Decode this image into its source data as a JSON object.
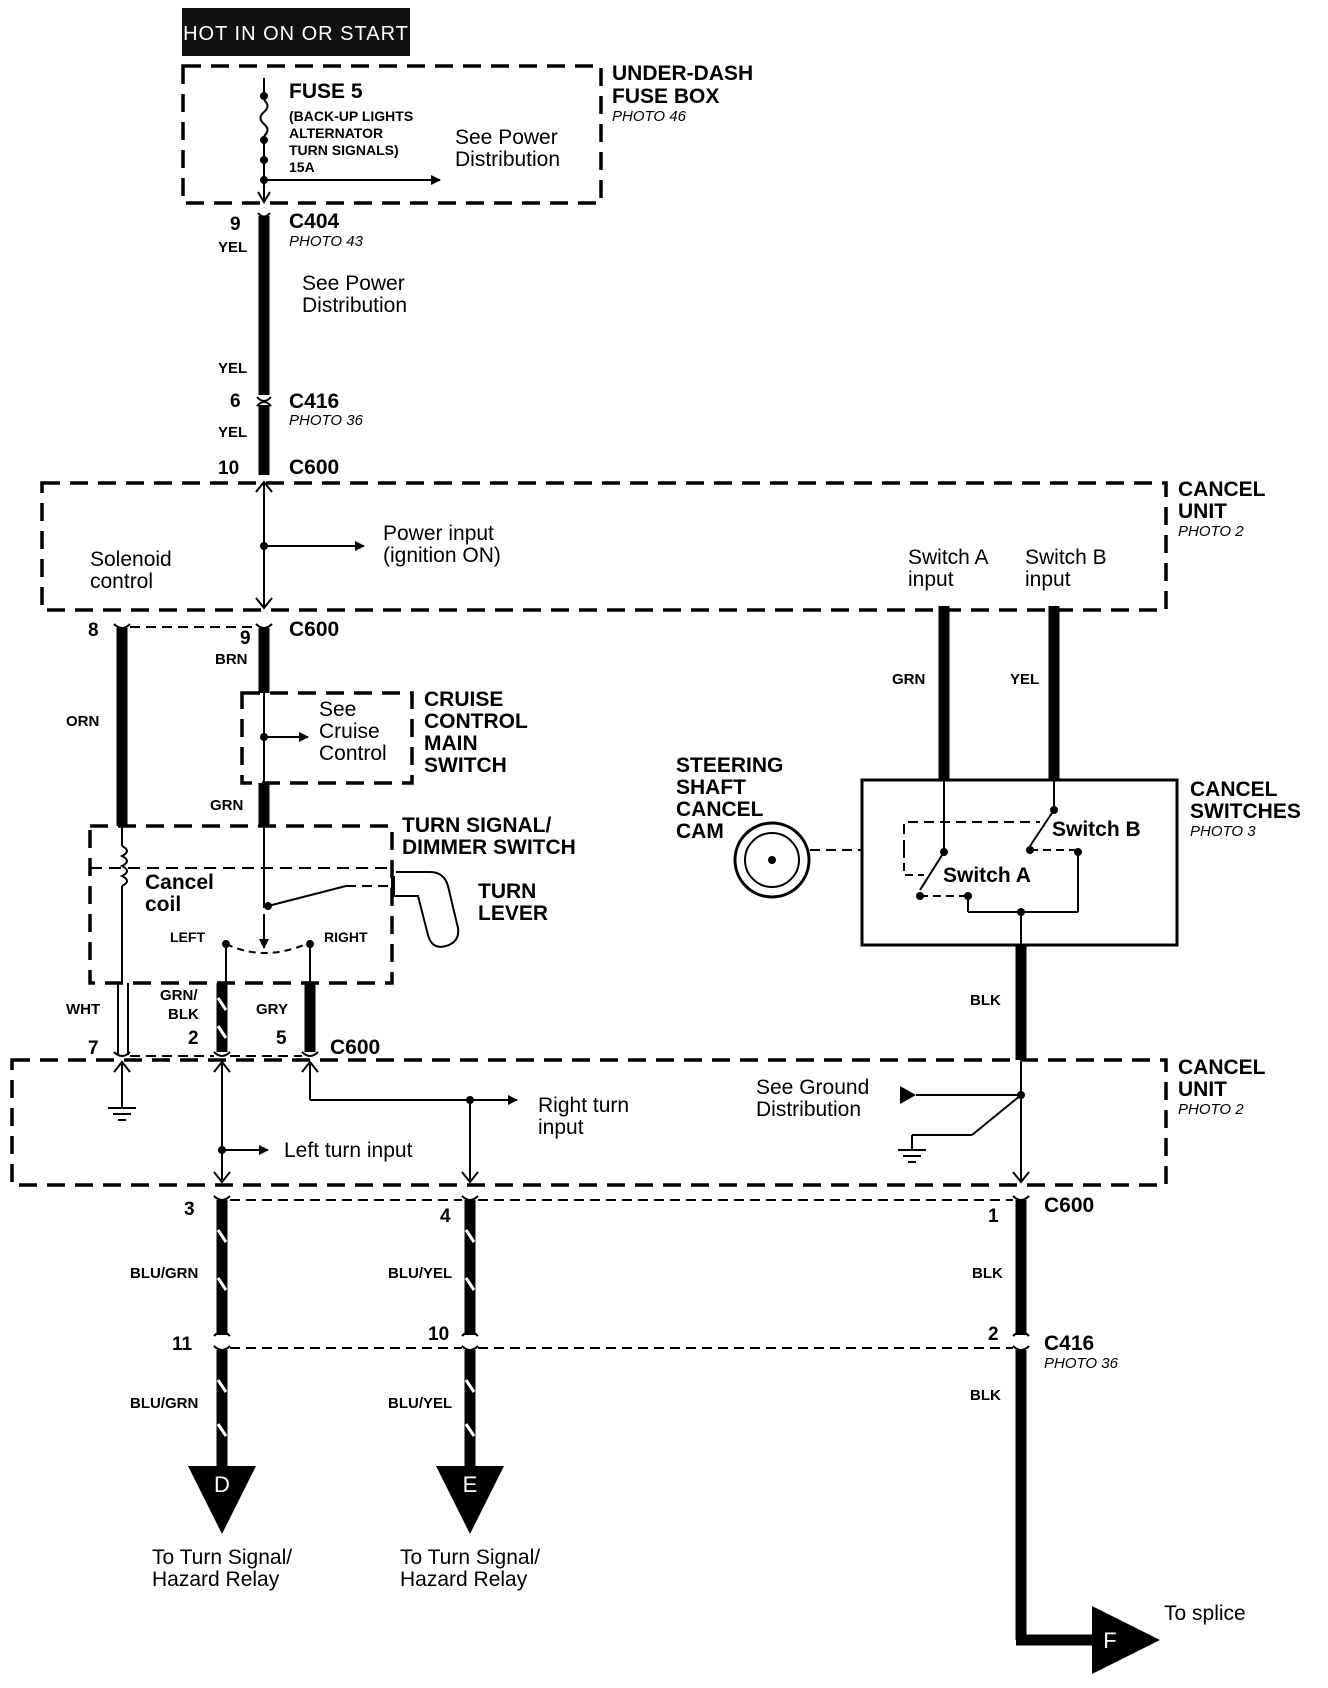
{
  "power": {
    "hot_label": "HOT IN ON OR START"
  },
  "fuse_box": {
    "title_line1": "UNDER-DASH",
    "title_line2": "FUSE BOX",
    "photo": "PHOTO 46",
    "fuse_name": "FUSE 5",
    "fuse_desc1": "(BACK-UP LIGHTS",
    "fuse_desc2": "ALTERNATOR",
    "fuse_desc3": "TURN SIGNALS)",
    "fuse_rating": "15A",
    "see_power_1": "See Power",
    "see_power_2": "Distribution"
  },
  "connectors": {
    "c404": "C404",
    "c404_photo": "PHOTO 43",
    "c404_pin": "9",
    "c416": "C416",
    "c416_photo": "PHOTO 36",
    "c416_pin": "6",
    "c600": "C600",
    "c600_pin_top": "10",
    "see_power_1": "See Power",
    "see_power_2": "Distribution"
  },
  "wire_colors": {
    "yel": "YEL",
    "brn": "BRN",
    "orn": "ORN",
    "grn": "GRN",
    "grn_blk_1": "GRN/",
    "grn_blk_2": "BLK",
    "gry": "GRY",
    "wht": "WHT",
    "blk": "BLK",
    "blu_grn": "BLU/GRN",
    "blu_yel": "BLU/YEL"
  },
  "cancel_unit_top": {
    "title_line1": "CANCEL",
    "title_line2": "UNIT",
    "photo": "PHOTO 2",
    "power_input_1": "Power input",
    "power_input_2": "(ignition ON)",
    "solenoid_1": "Solenoid",
    "solenoid_2": "control",
    "switch_a_1": "Switch A",
    "switch_a_2": "input",
    "switch_b_1": "Switch B",
    "switch_b_2": "input",
    "pin_8": "8",
    "pin_9": "9"
  },
  "cruise": {
    "see_1": "See",
    "see_2": "Cruise",
    "see_3": "Control",
    "title_1": "CRUISE",
    "title_2": "CONTROL",
    "title_3": "MAIN",
    "title_4": "SWITCH"
  },
  "turn_switch": {
    "title_1": "TURN SIGNAL/",
    "title_2": "DIMMER SWITCH",
    "cancel_coil_1": "Cancel",
    "cancel_coil_2": "coil",
    "left": "LEFT",
    "right": "RIGHT",
    "lever_1": "TURN",
    "lever_2": "LEVER"
  },
  "steering": {
    "line1": "STEERING",
    "line2": "SHAFT",
    "line3": "CANCEL",
    "line4": "CAM"
  },
  "cancel_switches": {
    "title_1": "CANCEL",
    "title_2": "SWITCHES",
    "photo": "PHOTO 3",
    "switch_a": "Switch A",
    "switch_b": "Switch B"
  },
  "cancel_unit_bottom": {
    "title_line1": "CANCEL",
    "title_line2": "UNIT",
    "photo": "PHOTO 2",
    "pin_7": "7",
    "pin_2": "2",
    "pin_5": "5",
    "right_turn_1": "Right turn",
    "right_turn_2": "input",
    "left_turn": "Left turn input",
    "see_ground_1": "See Ground",
    "see_ground_2": "Distribution"
  },
  "bottom": {
    "pin_3": "3",
    "pin_4": "4",
    "pin_1": "1",
    "pin_11": "11",
    "pin_10": "10",
    "pin_2": "2",
    "term_d": "D",
    "term_e": "E",
    "term_f": "F",
    "relay_1": "To Turn Signal/",
    "relay_2": "Hazard Relay",
    "to_splice": "To splice"
  }
}
